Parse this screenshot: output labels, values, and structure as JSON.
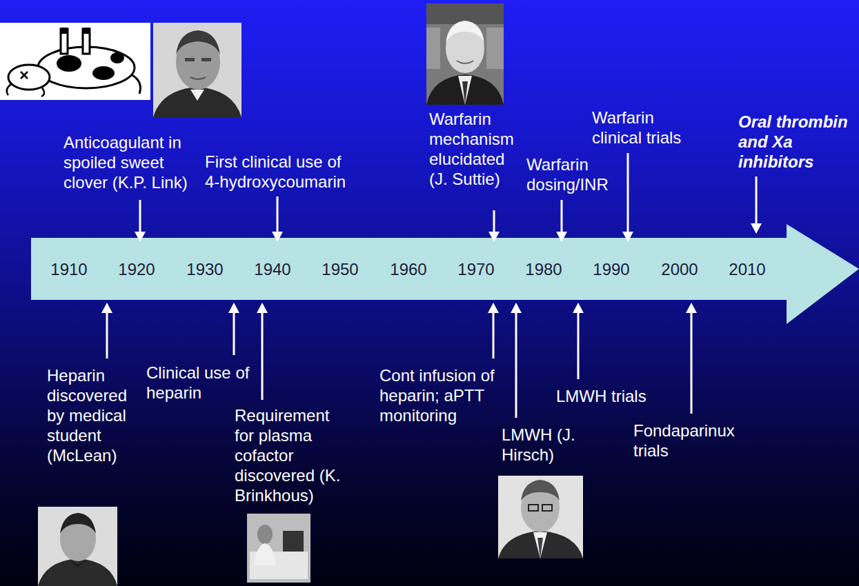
{
  "diagram": {
    "labels": [
      "Anticoagulant in spoiled sweet clover (K.P. Link)",
      "First clinical use of 4-hydroxycoumarin",
      "Warfarin mechanism elucidated (J. Suttie)",
      "Warfarin dosing/INR",
      "Warfarin clinical trials",
      "Oral thrombin and Xa inhibitors",
      "1910",
      "1920",
      "1930",
      "1940",
      "1950",
      "1960",
      "1970",
      "1980",
      "1990",
      "2000",
      "2010",
      "Heparin discovered by medical student (McLean)",
      "Clinical use of heparin",
      "Requirement for plasma cofactor discovered (K. Brinkhous)",
      "Cont infusion of heparin; aPTT monitoring",
      "LMWH (J. Hirsch)",
      "LMWH trials",
      "Fondaparinux trials"
    ]
  }
}
